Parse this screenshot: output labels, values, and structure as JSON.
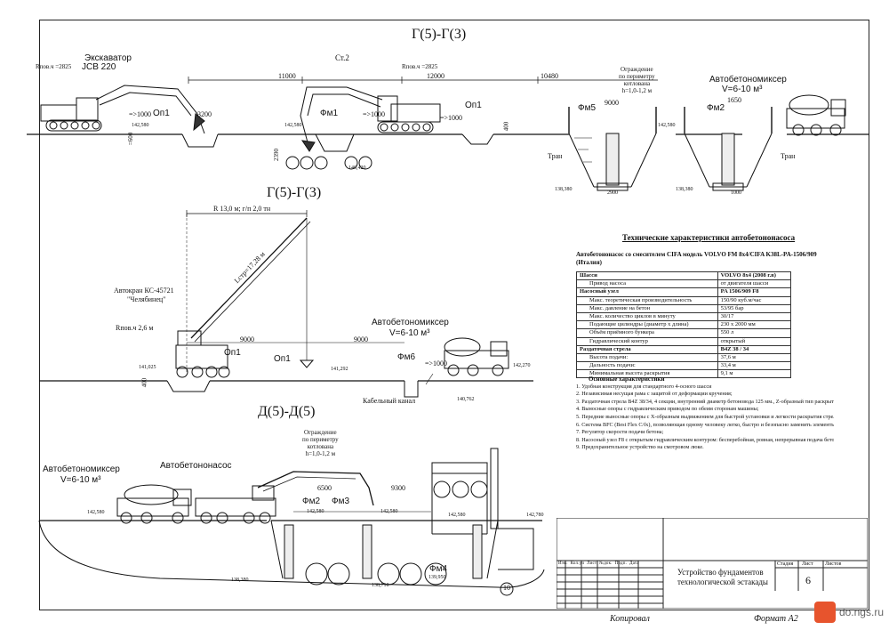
{
  "section_titles": {
    "g_top": "Г(5)-Г(3)",
    "g_mid": "Г(5)-Г(3)",
    "d": "Д(5)-Д(5)"
  },
  "top_section": {
    "excavator1_name": "Экскаватор",
    "excavator1_model": "JCB 220",
    "rpov1": "Rпов.ч =2825",
    "rpov2": "Rпов.ч =2825",
    "st2": "Ст.2",
    "dim_11000": "11000",
    "dim_12000": "12000",
    "dim_10480": "10480",
    "dim_9000": "9000",
    "dim_1650": "1650",
    "dim_3200": "3200",
    "dim_1000a": "=>1000",
    "dim_1000b": "=>1000",
    "dim_1000c": "=>1000",
    "dim_600": "=600",
    "dim_2390": "2390",
    "dim_400": "400",
    "op1_a": "Оп1",
    "op1_b": "Оп1",
    "fm1": "Фм1",
    "fm5": "Фм5",
    "fm2": "Фм2",
    "lvl_142580a": "142,580",
    "lvl_142580b": "142,580",
    "lvl_142580c": "142,580",
    "lvl_140420": "140,420",
    "lvl_138380a": "138,380",
    "lvl_138380b": "138,380",
    "fence_note": [
      "Ограждение",
      "по периметру",
      "котлована",
      "h=1,0-1,2 м"
    ],
    "mixer_name": "Автобетономиксер",
    "mixer_vol": "V=6-10 м³",
    "tran1": "Тран",
    "tran2": "Тран",
    "dim_2900": "2900",
    "dim_1000d": "1000"
  },
  "mid_section": {
    "crane_reach": "R 13,0 м; г/п 2,0 тн",
    "boom": "Lстр=17,28 м",
    "crane_name": "Автокран КС-45721",
    "crane_brand": "\"Челябинец\"",
    "rpov": "Rпов.ч 2,6 м",
    "dim_9000a": "9000",
    "dim_9000b": "9000",
    "op1_a": "Оп1",
    "op1_b": "Оп1",
    "fm6": "Фм6",
    "dim_1000": "=>1000",
    "lvl_141025": "141,025",
    "lvl_141292": "141,292",
    "lvl_142270": "142,270",
    "lvl_140762": "140,762",
    "dim_400": "400",
    "mixer_name": "Автобетономиксер",
    "mixer_vol": "V=6-10 м³",
    "cable": "Кабельный канал"
  },
  "bottom_section": {
    "mixer_name": "Автобетономиксер",
    "mixer_vol": "V=6-10 м³",
    "pump_name": "Автобетононасос",
    "fence_note": [
      "Ограждение",
      "по периметру",
      "котлована",
      "h=1,0-1,2 м"
    ],
    "dim_6500": "6500",
    "dim_9300": "9300",
    "fm2": "Фм2",
    "fm3": "Фм3",
    "fm4": "Фм4",
    "lvl_142580a": "142,580",
    "lvl_142580b": "142,580",
    "lvl_142580c": "142,580",
    "lvl_142580d": "142,580",
    "lvl_138380": "138,380",
    "lvl_138710": "138,710",
    "lvl_139950": "139,950",
    "lvl_142780": "142,780",
    "circle_no": "10"
  },
  "spec": {
    "heading": "Технические характеристики автобетононасоса",
    "subheading": "Автобетононасос со смесителем CIFA модель VOLVO FM 8х4/CIFA K38L-PA-1506/909 (Италия)",
    "rows": [
      [
        "Шасси",
        "VOLVO 8х4 (2008 г.в)"
      ],
      [
        "Привод насоса",
        "от двигателя шасси"
      ],
      [
        "Насосный узел",
        "PA 1506/909 F8"
      ],
      [
        "Макс. теоретическая производительность",
        "150/90 куб.м/час"
      ],
      [
        "Макс. давление на бетон",
        "53/95 бар"
      ],
      [
        "Макс. количество циклов в минуту",
        "30/17"
      ],
      [
        "Подающие цилиндры (диаметр х длина)",
        "230 х 2000 мм"
      ],
      [
        "Объём приёмного бункера",
        "550 л"
      ],
      [
        "Гидравлический контур",
        "открытый"
      ],
      [
        "Раздаточная стрела",
        "В4Z 38 / 34"
      ],
      [
        "Высота подачи:",
        "37,6 м"
      ],
      [
        "Дальность подачи:",
        "33,4 м"
      ],
      [
        "Минимальная высота раскрытия",
        "9,1 м"
      ]
    ],
    "notes_title": "Основные характеристики",
    "notes": [
      "1. Удобная конструкция для стандартного 4-осного шасси",
      "2. Независимая несущая рама с защитой от деформации кручения;",
      "3. Раздаточная стрела B4Z 38/34, 4 секции, внутренний диаметр бетоновода 125 мм., Z-образный тип раскрытия;",
      "4. Выносные опоры с гидравлическим приводом по обеим сторонам машины;",
      "5. Передние выносные опоры с X-образным выдвижением для быстрой установки и легкости раскрытия стрелы в стеснённых условиях;",
      "6. Система BFC (Best Flex C/fx), позволяющая одному человеку легко, быстро и безопасно заменить элементы бетоновода;",
      "7. Регулятор скорости подачи бетона;",
      "8. Насосный узел F8 с открытым гидравлическим контуром: бесперебойная, ровная, непрерывная подача бетона с высокой производительностью;",
      "9. Предохранительное устройство на смотровом люке."
    ]
  },
  "stamp": {
    "title_line1": "Устройство фундаментов",
    "title_line2": "технологической эстакады",
    "col_stage": "Стадия",
    "col_sheet": "Лист",
    "col_sheets": "Листов",
    "sheet_no": "6",
    "row_labels": [
      "Изм.",
      "Кол.уч",
      "Лист",
      "№док.",
      "Подп.",
      "Дата"
    ],
    "copied": "Копировал",
    "format": "Формат А2"
  },
  "watermark": {
    "text": "do.ngs.ru"
  }
}
